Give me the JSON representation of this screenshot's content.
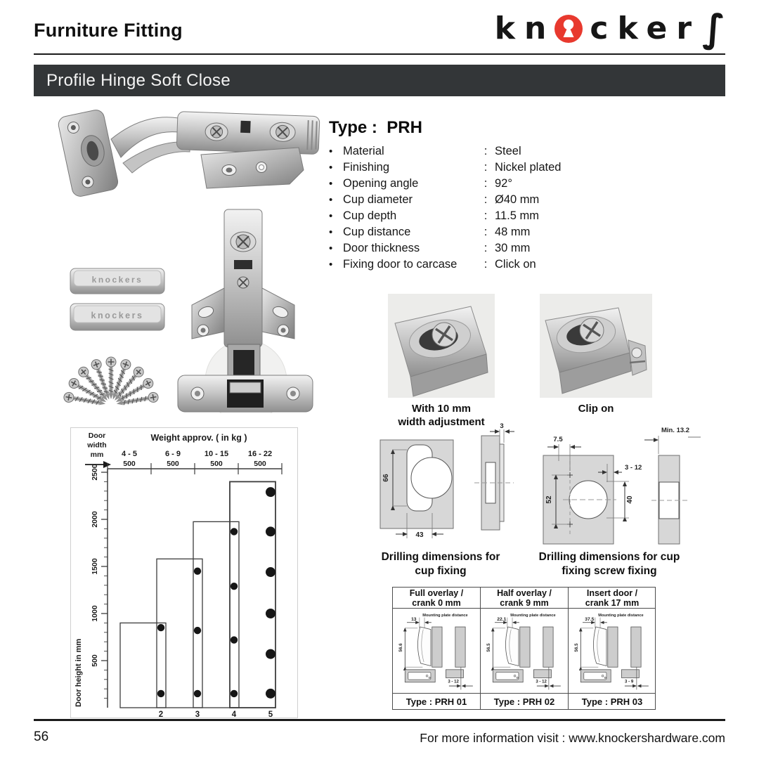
{
  "header": {
    "title": "Furniture Fitting",
    "brand_part1": "kn",
    "brand_part2": "cker",
    "brand_part3": "∫",
    "brand_accent_color": "#e8392e"
  },
  "banner_title": "Profile Hinge Soft Close",
  "product": {
    "type_heading": "Type :  PRH",
    "caps_embossed_text": "knockers",
    "specs": [
      {
        "label": "Material",
        "value": "Steel"
      },
      {
        "label": "Finishing",
        "value": "Nickel plated"
      },
      {
        "label": "Opening angle",
        "value": "92°"
      },
      {
        "label": "Cup diameter",
        "value": "Ø40 mm"
      },
      {
        "label": "Cup depth",
        "value": "11.5 mm"
      },
      {
        "label": "Cup distance",
        "value": "48 mm"
      },
      {
        "label": "Door thickness",
        "value": "30 mm"
      },
      {
        "label": "Fixing door to carcase",
        "value": "Click on"
      }
    ]
  },
  "features": [
    {
      "caption": [
        "With 10 mm",
        "width adjustment"
      ]
    },
    {
      "caption": [
        "Clip on",
        ""
      ]
    }
  ],
  "drilling_diagrams": [
    {
      "caption": [
        "Drilling dimensions for",
        "cup fixing"
      ],
      "dims": {
        "cup_height": "66",
        "cup_width": "43",
        "plate_gap": "3"
      }
    },
    {
      "caption": [
        "Drilling dimensions for cup",
        "fixing screw fixing"
      ],
      "dims": {
        "screw_offset": "7.5",
        "overlay_range": "3 - 12",
        "screw_spacing": "52",
        "cup_diameter": "40",
        "min_depth": "Min. 13.2"
      }
    }
  ],
  "chart_data": {
    "type": "scatter",
    "title": "Weight approv. ( in kg )",
    "corner_label_lines": [
      "Door",
      "width",
      "mm"
    ],
    "ylabel": "Door height in mm",
    "ylim": [
      0,
      2500
    ],
    "y_major_ticks": [
      500,
      1000,
      1500,
      2000,
      2500
    ],
    "y_minor_step": 100,
    "grid": false,
    "legend": "none",
    "weight_classes": [
      {
        "weight_kg": "4 - 5",
        "door_width_mm": "500",
        "bar_max_height_mm": 900,
        "hinge_count_label": "2",
        "dot_heights_mm": [
          850,
          150
        ]
      },
      {
        "weight_kg": "6 - 9",
        "door_width_mm": "500",
        "bar_max_height_mm": 1580,
        "hinge_count_label": "3",
        "dot_heights_mm": [
          1450,
          820,
          150
        ]
      },
      {
        "weight_kg": "10 - 15",
        "door_width_mm": "500",
        "bar_max_height_mm": 1975,
        "hinge_count_label": "4",
        "dot_heights_mm": [
          1870,
          1290,
          720,
          150
        ]
      },
      {
        "weight_kg": "16 - 22",
        "door_width_mm": "500",
        "bar_max_height_mm": 2400,
        "hinge_count_label": "5",
        "dot_heights_mm": [
          2290,
          1870,
          1440,
          1000,
          570,
          150
        ],
        "large_dots": true
      }
    ]
  },
  "types_table": [
    {
      "header": [
        "Full overlay /",
        "crank 0 mm"
      ],
      "note": "Mounting plate distance",
      "dim_top": "13",
      "dim_left": "56.6",
      "dim_bottom": "3 - 12",
      "type_label": "Type : PRH 01"
    },
    {
      "header": [
        "Half overlay /",
        "crank 9 mm"
      ],
      "note": "Mounting plate distance",
      "dim_top": "22.1",
      "dim_left": "56.5",
      "dim_bottom": "3 - 12",
      "type_label": "Type : PRH 02"
    },
    {
      "header": [
        "Insert door /",
        "crank 17 mm"
      ],
      "note": "Mounting plate distance",
      "dim_top": "37.5",
      "dim_left": "56.5",
      "dim_bottom": "3 - 9",
      "type_label": "Type : PRH 03"
    }
  ],
  "footer": {
    "page_number": "56",
    "info": "For more information visit : www.knockershardware.com"
  }
}
